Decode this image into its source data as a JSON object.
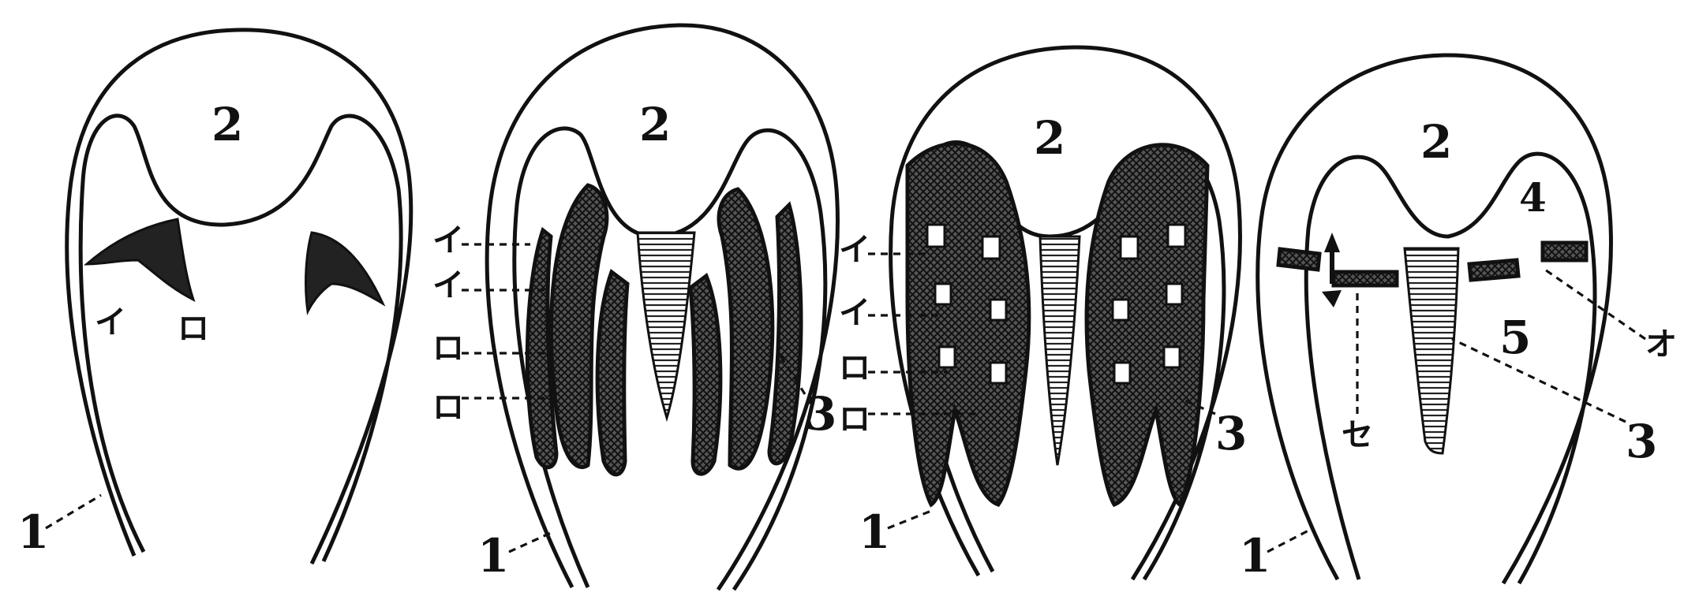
{
  "figures": [
    {
      "id": "stage-1",
      "labels": {
        "shell": "1",
        "cavity": "2",
        "left_mark": "イ",
        "right_mark": "ロ"
      }
    },
    {
      "id": "stage-2",
      "labels": {
        "shell": "1",
        "cavity": "2",
        "lamella": "3",
        "side_marks": [
          "イ",
          "イ",
          "ロ",
          "ロ"
        ]
      }
    },
    {
      "id": "stage-3",
      "labels": {
        "shell": "1",
        "cavity": "2",
        "lamella": "3",
        "side_marks": [
          "イ",
          "イ",
          "ロ",
          "ロ"
        ]
      }
    },
    {
      "id": "stage-4",
      "labels": {
        "shell": "1",
        "cavity": "2",
        "lamella": "3",
        "upper": "4",
        "lower": "5",
        "left_mark": "セ",
        "right_mark": "オ"
      }
    }
  ]
}
